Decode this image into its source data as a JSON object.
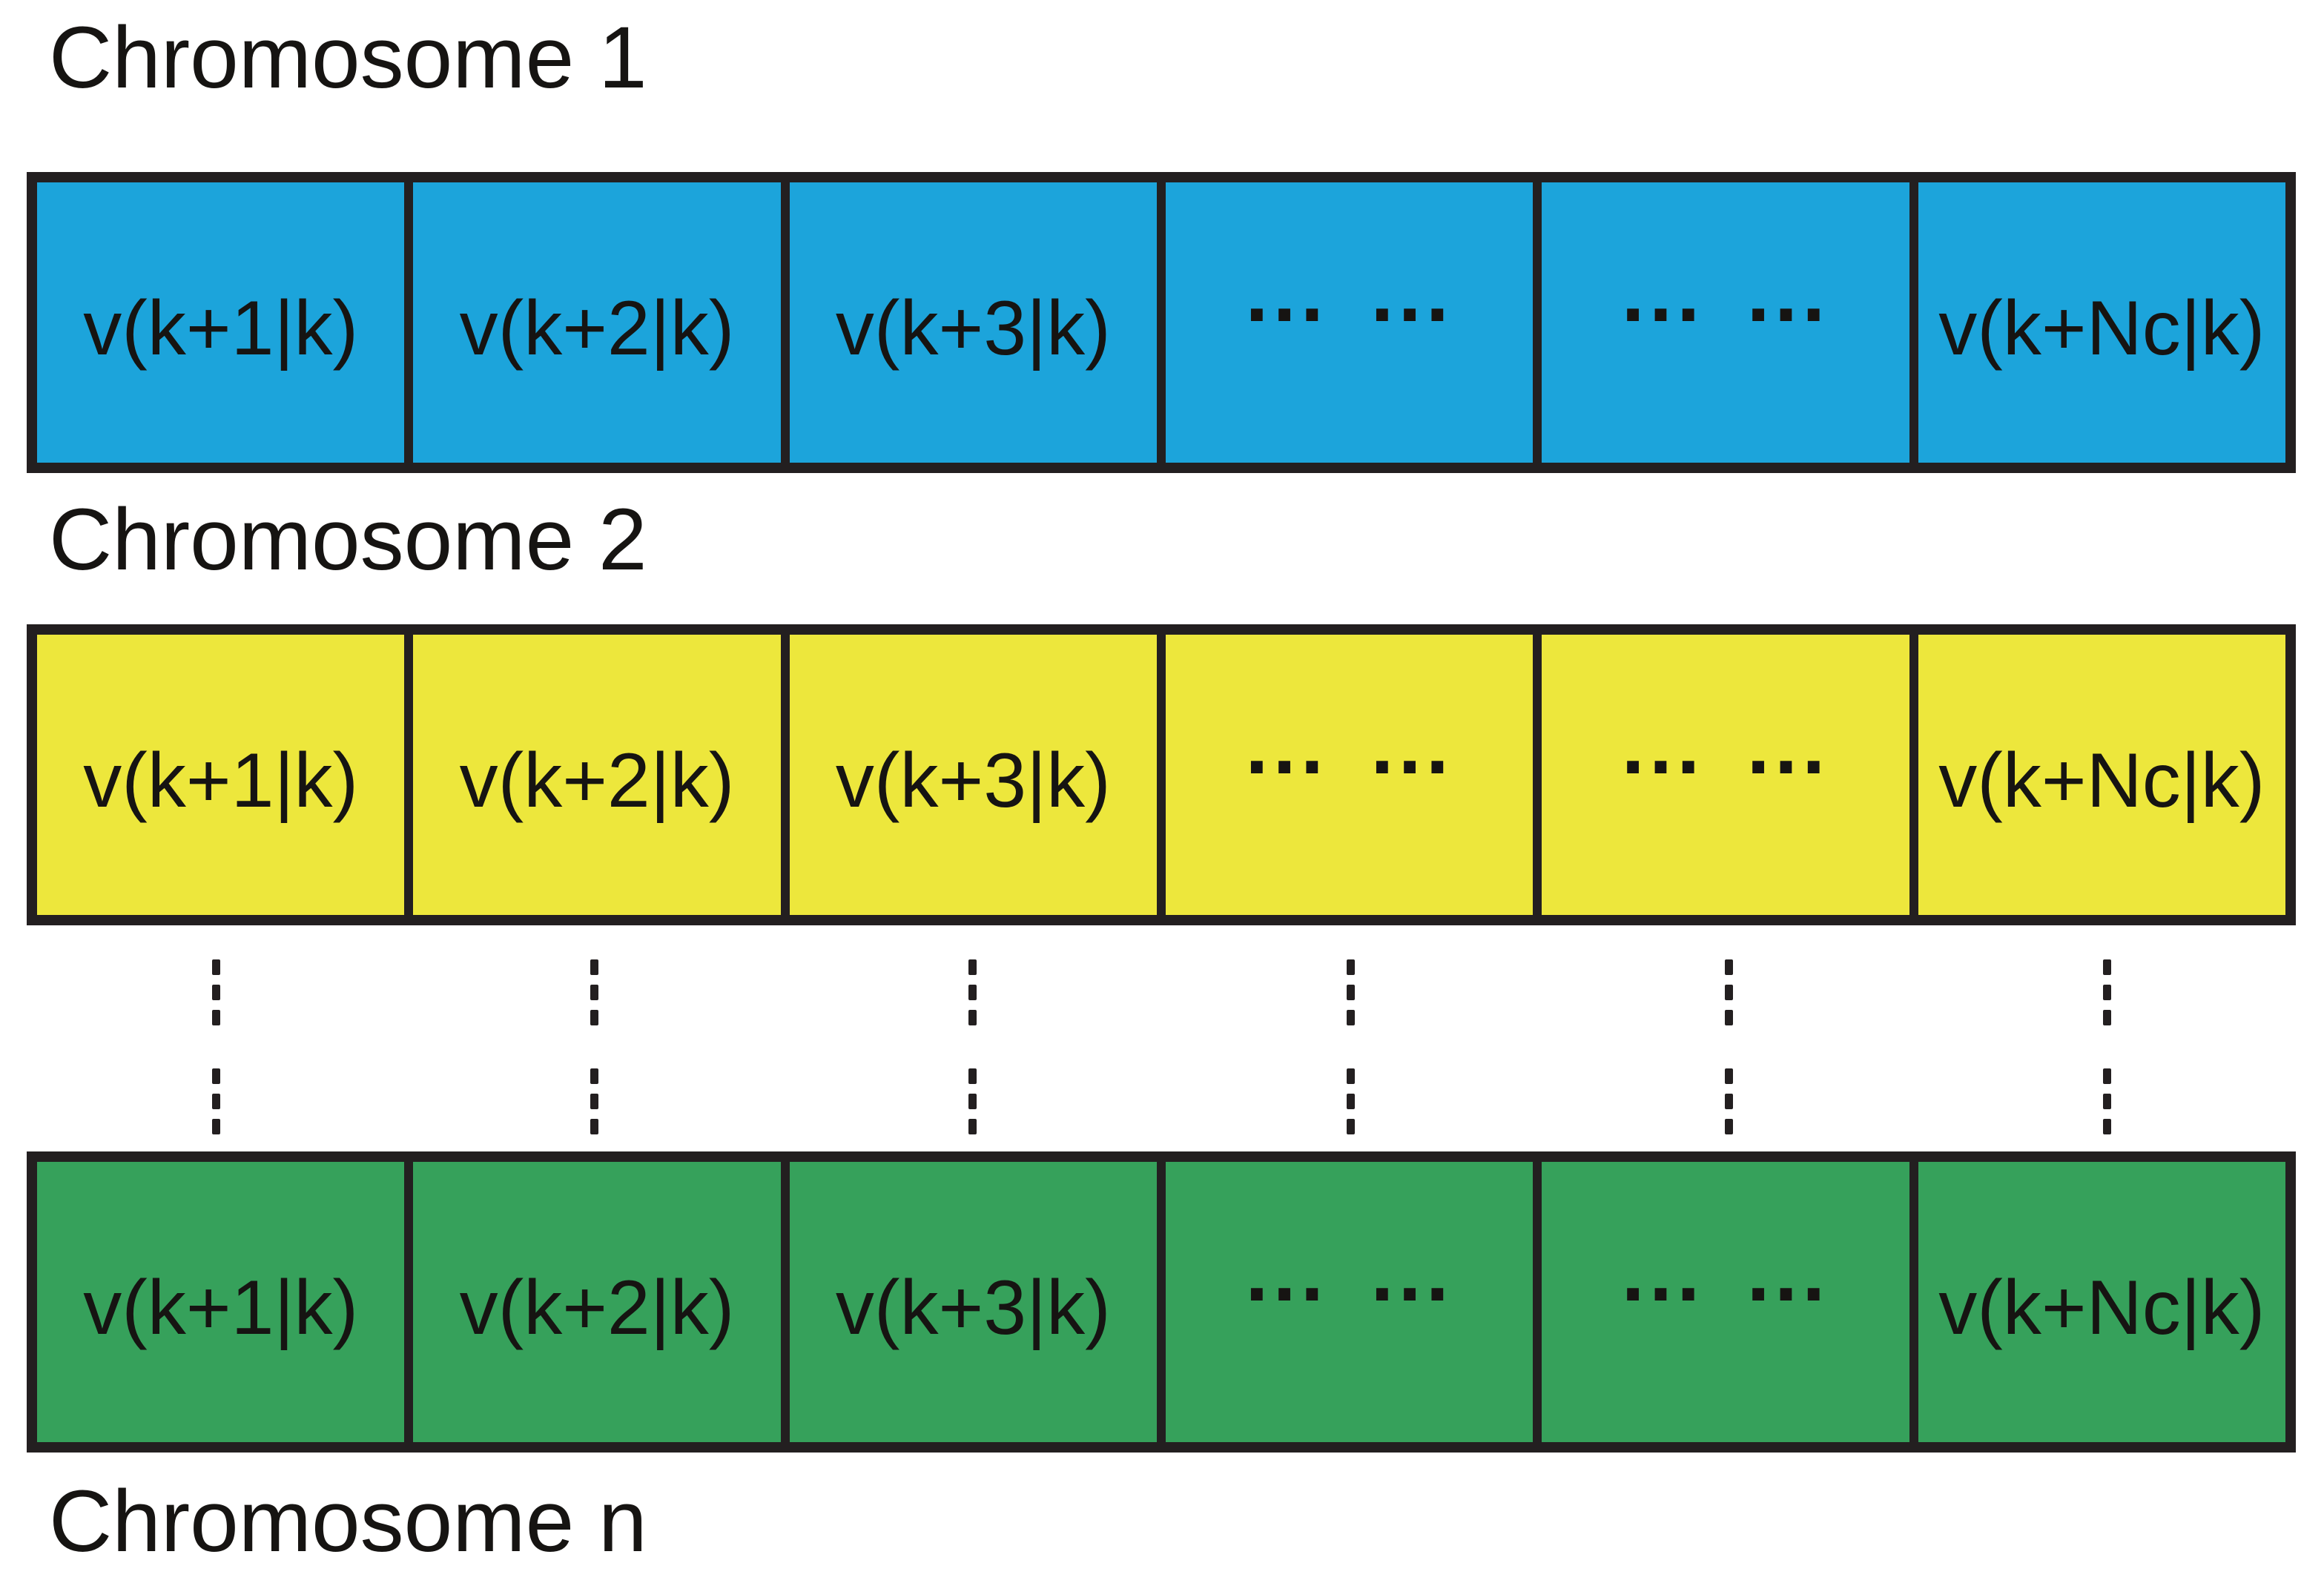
{
  "figure": {
    "background": "#ffffff",
    "border_color": "#231f20",
    "text_color": "#161412",
    "rows": [
      {
        "label": "Chromosome 1",
        "color": "#1ca4db",
        "cells": [
          "v(k+1|k)",
          "v(k+2|k)",
          "v(k+3|k)",
          "··· ···",
          "··· ···",
          "v(k+Nc|k)"
        ]
      },
      {
        "label": "Chromosome 2",
        "color": "#ede73c",
        "cells": [
          "v(k+1|k)",
          "v(k+2|k)",
          "v(k+3|k)",
          "··· ···",
          "··· ···",
          "v(k+Nc|k)"
        ]
      },
      {
        "label": "Chromosome n",
        "color": "#36a15b",
        "cells": [
          "v(k+1|k)",
          "v(k+2|k)",
          "v(k+3|k)",
          "··· ···",
          "··· ···",
          "v(k+Nc|k)"
        ]
      }
    ],
    "icons": {
      "horizontal_ellipsis": "··· ···",
      "vertical_ellipsis": "⋮"
    }
  }
}
